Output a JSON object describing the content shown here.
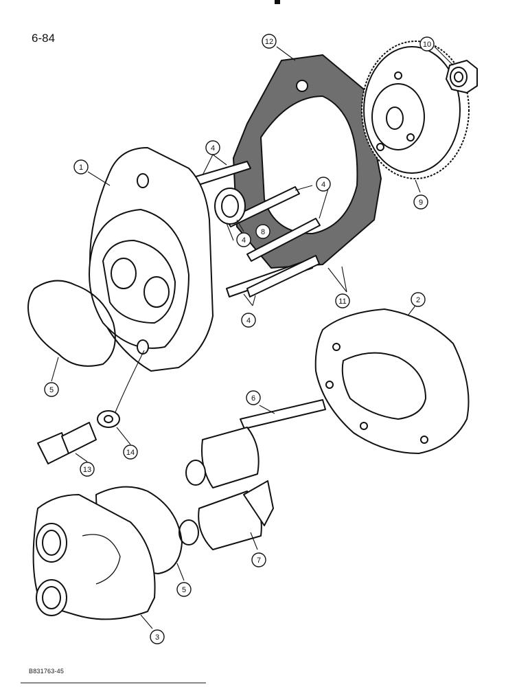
{
  "page": {
    "number": "6-84",
    "figure_code": "B831763-45"
  },
  "callouts": [
    {
      "id": "c1",
      "label": "1"
    },
    {
      "id": "c2",
      "label": "2"
    },
    {
      "id": "c3",
      "label": "3"
    },
    {
      "id": "c4a",
      "label": "4"
    },
    {
      "id": "c4b",
      "label": "4"
    },
    {
      "id": "c4c",
      "label": "4"
    },
    {
      "id": "c4d",
      "label": "4"
    },
    {
      "id": "c5a",
      "label": "5"
    },
    {
      "id": "c5b",
      "label": "5"
    },
    {
      "id": "c6",
      "label": "6"
    },
    {
      "id": "c7",
      "label": "7"
    },
    {
      "id": "c8",
      "label": "8"
    },
    {
      "id": "c9",
      "label": "9"
    },
    {
      "id": "c10",
      "label": "10"
    },
    {
      "id": "c11",
      "label": "11"
    },
    {
      "id": "c12",
      "label": "12"
    },
    {
      "id": "c13",
      "label": "13"
    },
    {
      "id": "c14",
      "label": "14"
    }
  ]
}
